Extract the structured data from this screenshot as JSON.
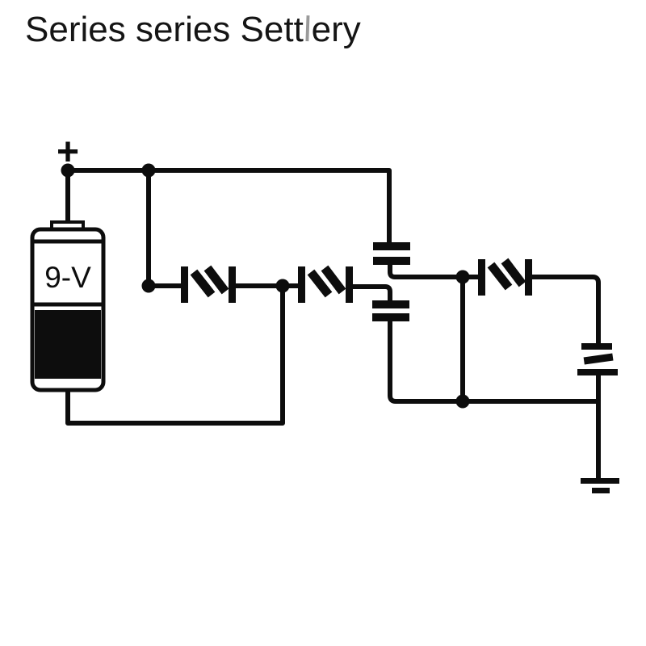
{
  "title": {
    "part1": "Series series Sett",
    "distorted_char": "l",
    "part2": "ery",
    "full": "Series series Settlery"
  },
  "battery": {
    "label": "9-V",
    "positive_symbol": "+"
  },
  "colors": {
    "ink": "#0d0d0d",
    "background": "#ffffff",
    "title_text": "#151515",
    "distorted_char_gray": "#9a9a9a"
  },
  "diagram": {
    "type": "circuit-schematic",
    "components": [
      {
        "id": "battery",
        "kind": "battery",
        "label": "9-V"
      },
      {
        "id": "resistor-1",
        "kind": "resistor"
      },
      {
        "id": "resistor-2",
        "kind": "resistor"
      },
      {
        "id": "resistor-3",
        "kind": "resistor"
      },
      {
        "id": "capacitor-1",
        "kind": "capacitor"
      },
      {
        "id": "capacitor-2",
        "kind": "capacitor"
      },
      {
        "id": "capacitor-3",
        "kind": "capacitor"
      },
      {
        "id": "ground",
        "kind": "ground"
      }
    ],
    "junction_count": 6
  }
}
